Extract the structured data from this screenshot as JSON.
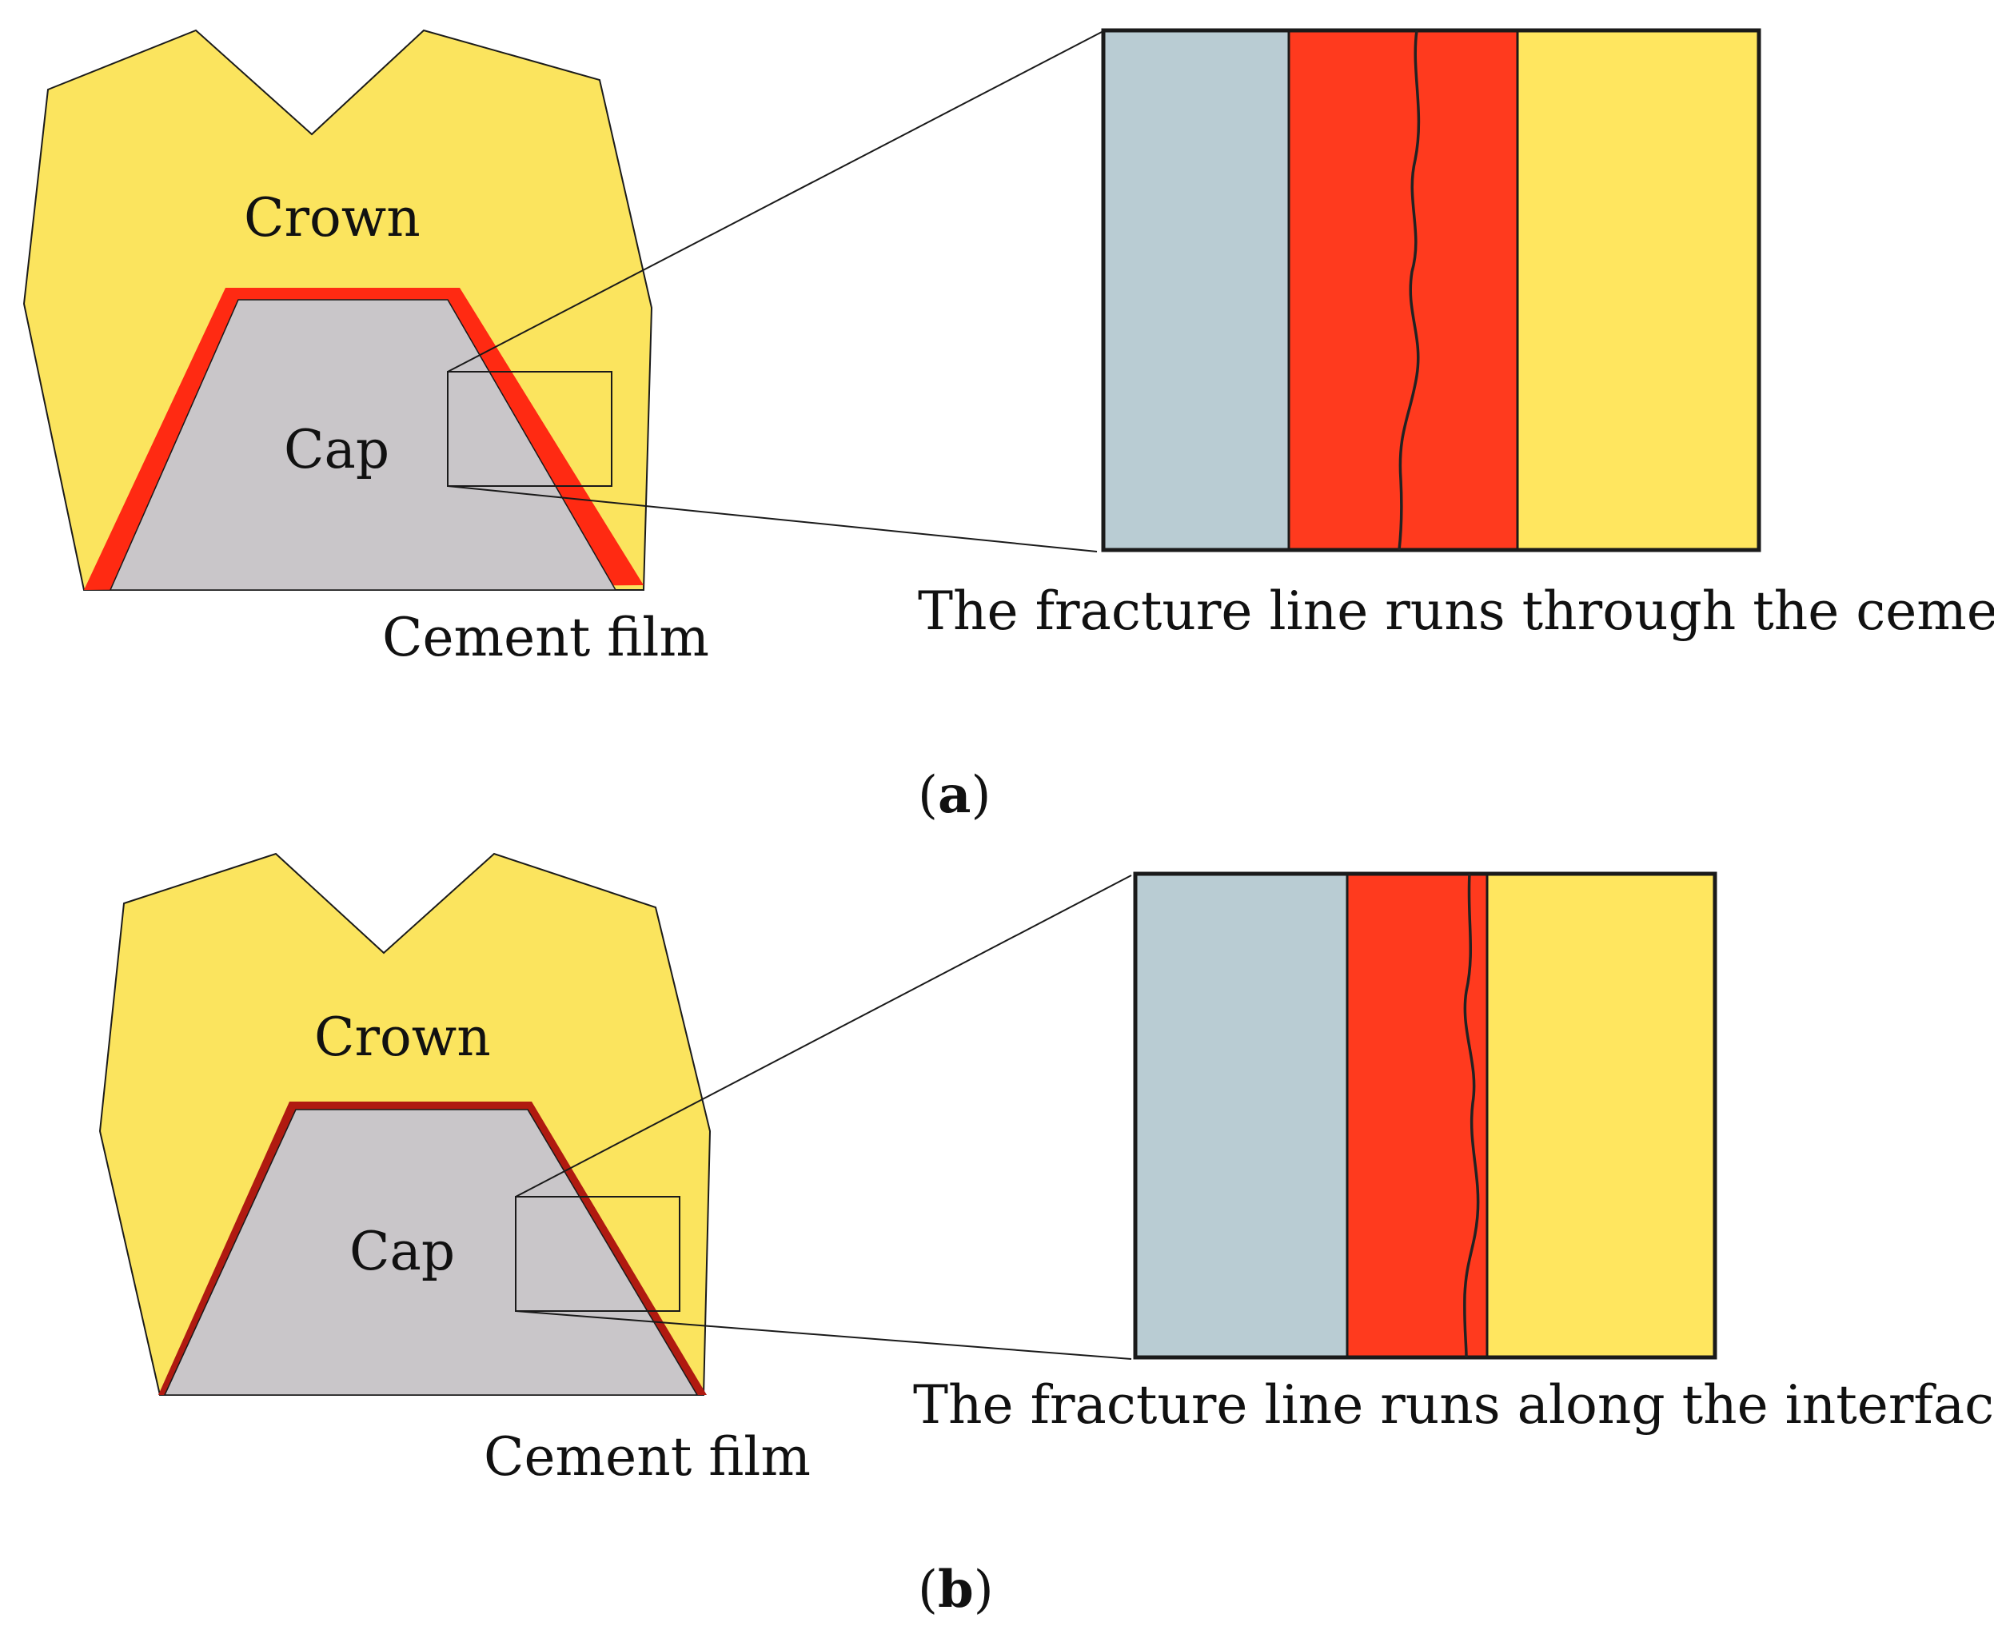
{
  "colors": {
    "crown": "#FBE45E",
    "cap": "#C9C6C9",
    "cement": "#FF2A12",
    "cement_dark": "#C81E10",
    "cap_zoom": "#B9CCD3",
    "crown_zoom": "#FFE65F",
    "outline": "#1A1A1A"
  },
  "panels": [
    {
      "id": "a",
      "letter": "a",
      "labels": {
        "crown": "Crown",
        "cap": "Cap",
        "cement": "Cement film",
        "caption": "The fracture line runs through the cement"
      }
    },
    {
      "id": "b",
      "letter": "b",
      "labels": {
        "crown": "Crown",
        "cap": "Cap",
        "cement": "Cement film",
        "caption": "The fracture line runs along the interface"
      }
    }
  ]
}
